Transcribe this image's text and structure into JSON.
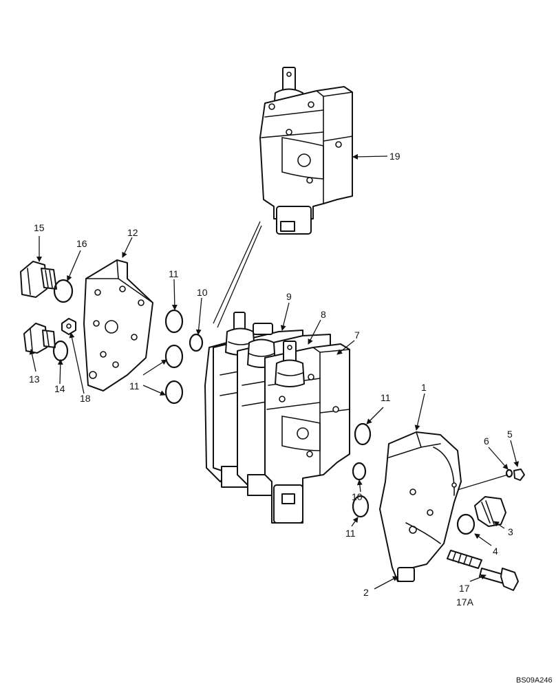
{
  "callouts": {
    "n1": "1",
    "n2": "2",
    "n3": "3",
    "n4": "4",
    "n5": "5",
    "n6": "6",
    "n7": "7",
    "n8": "8",
    "n9": "9",
    "n10a": "10",
    "n10b": "10",
    "n11a": "11",
    "n11b": "11",
    "n11c": "11",
    "n11d": "11",
    "n12": "12",
    "n13": "13",
    "n14": "14",
    "n15": "15",
    "n16": "16",
    "n17": "17",
    "n17a": "17A",
    "n18": "18",
    "n19": "19"
  },
  "drawing_code": "BS09A246"
}
